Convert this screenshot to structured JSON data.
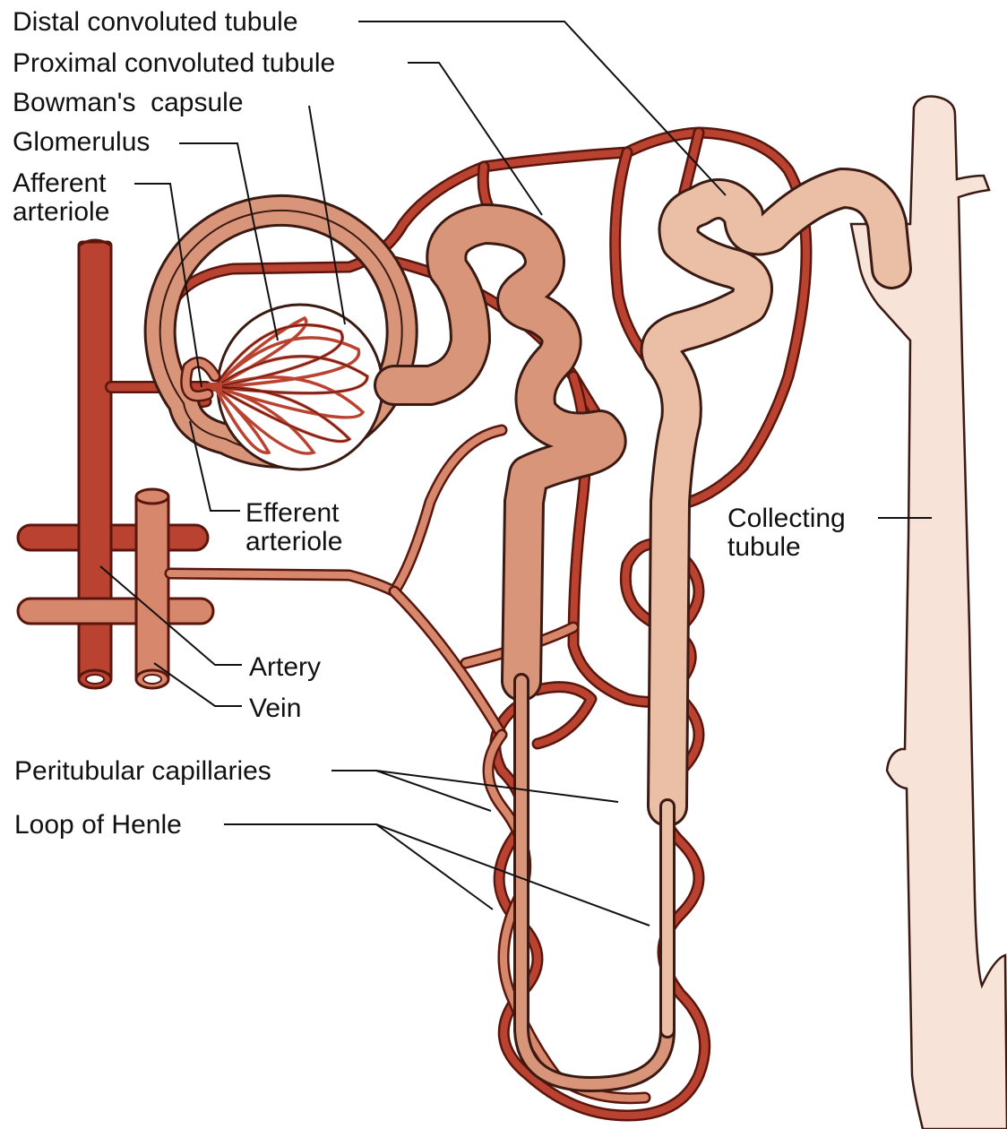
{
  "labels": {
    "distal_convoluted_tubule": "Distal convoluted tubule",
    "proximal_convoluted_tubule": "Proximal convoluted tubule",
    "bowmans_capsule": "Bowman's  capsule",
    "glomerulus": "Glomerulus",
    "afferent_arteriole_line1": "Afferent",
    "afferent_arteriole_line2": "arteriole",
    "efferent_arteriole_line1": "Efferent",
    "efferent_arteriole_line2": "arteriole",
    "artery": "Artery",
    "vein": "Vein",
    "collecting_tubule_line1": "Collecting",
    "collecting_tubule_line2": "tubule",
    "peritubular_capillaries": "Peritubular capillaries",
    "loop_of_henle": "Loop of Henle"
  },
  "colors": {
    "artery": "#b94330",
    "vein": "#d6876c",
    "proximal_tubule": "#d9957a",
    "distal_tubule": "#ebbfa6",
    "collecting_tubule": "#f8e3d8",
    "outline": "#3a1a12"
  }
}
